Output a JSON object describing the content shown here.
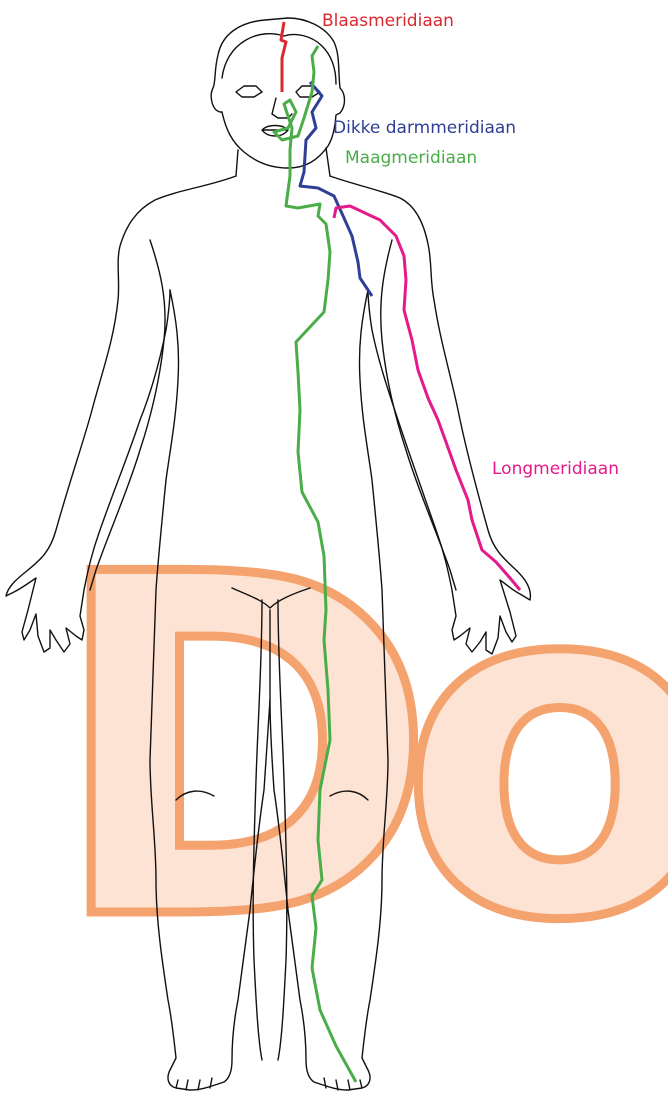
{
  "labels": {
    "blaas": "Blaasmeridiaan",
    "dikke_darm": "Dikke darmmeridiaan",
    "maag": "Maagmeridiaan",
    "long": "Longmeridiaan"
  },
  "colors": {
    "blaas": "#d9282e",
    "dikke_darm": "#2f3f95",
    "maag": "#4aad48",
    "long": "#e6198a",
    "outline": "#111111",
    "watermark_fill": "#fde3d3",
    "watermark_stroke": "#f5a36e"
  },
  "watermark": {
    "text": "Do"
  }
}
